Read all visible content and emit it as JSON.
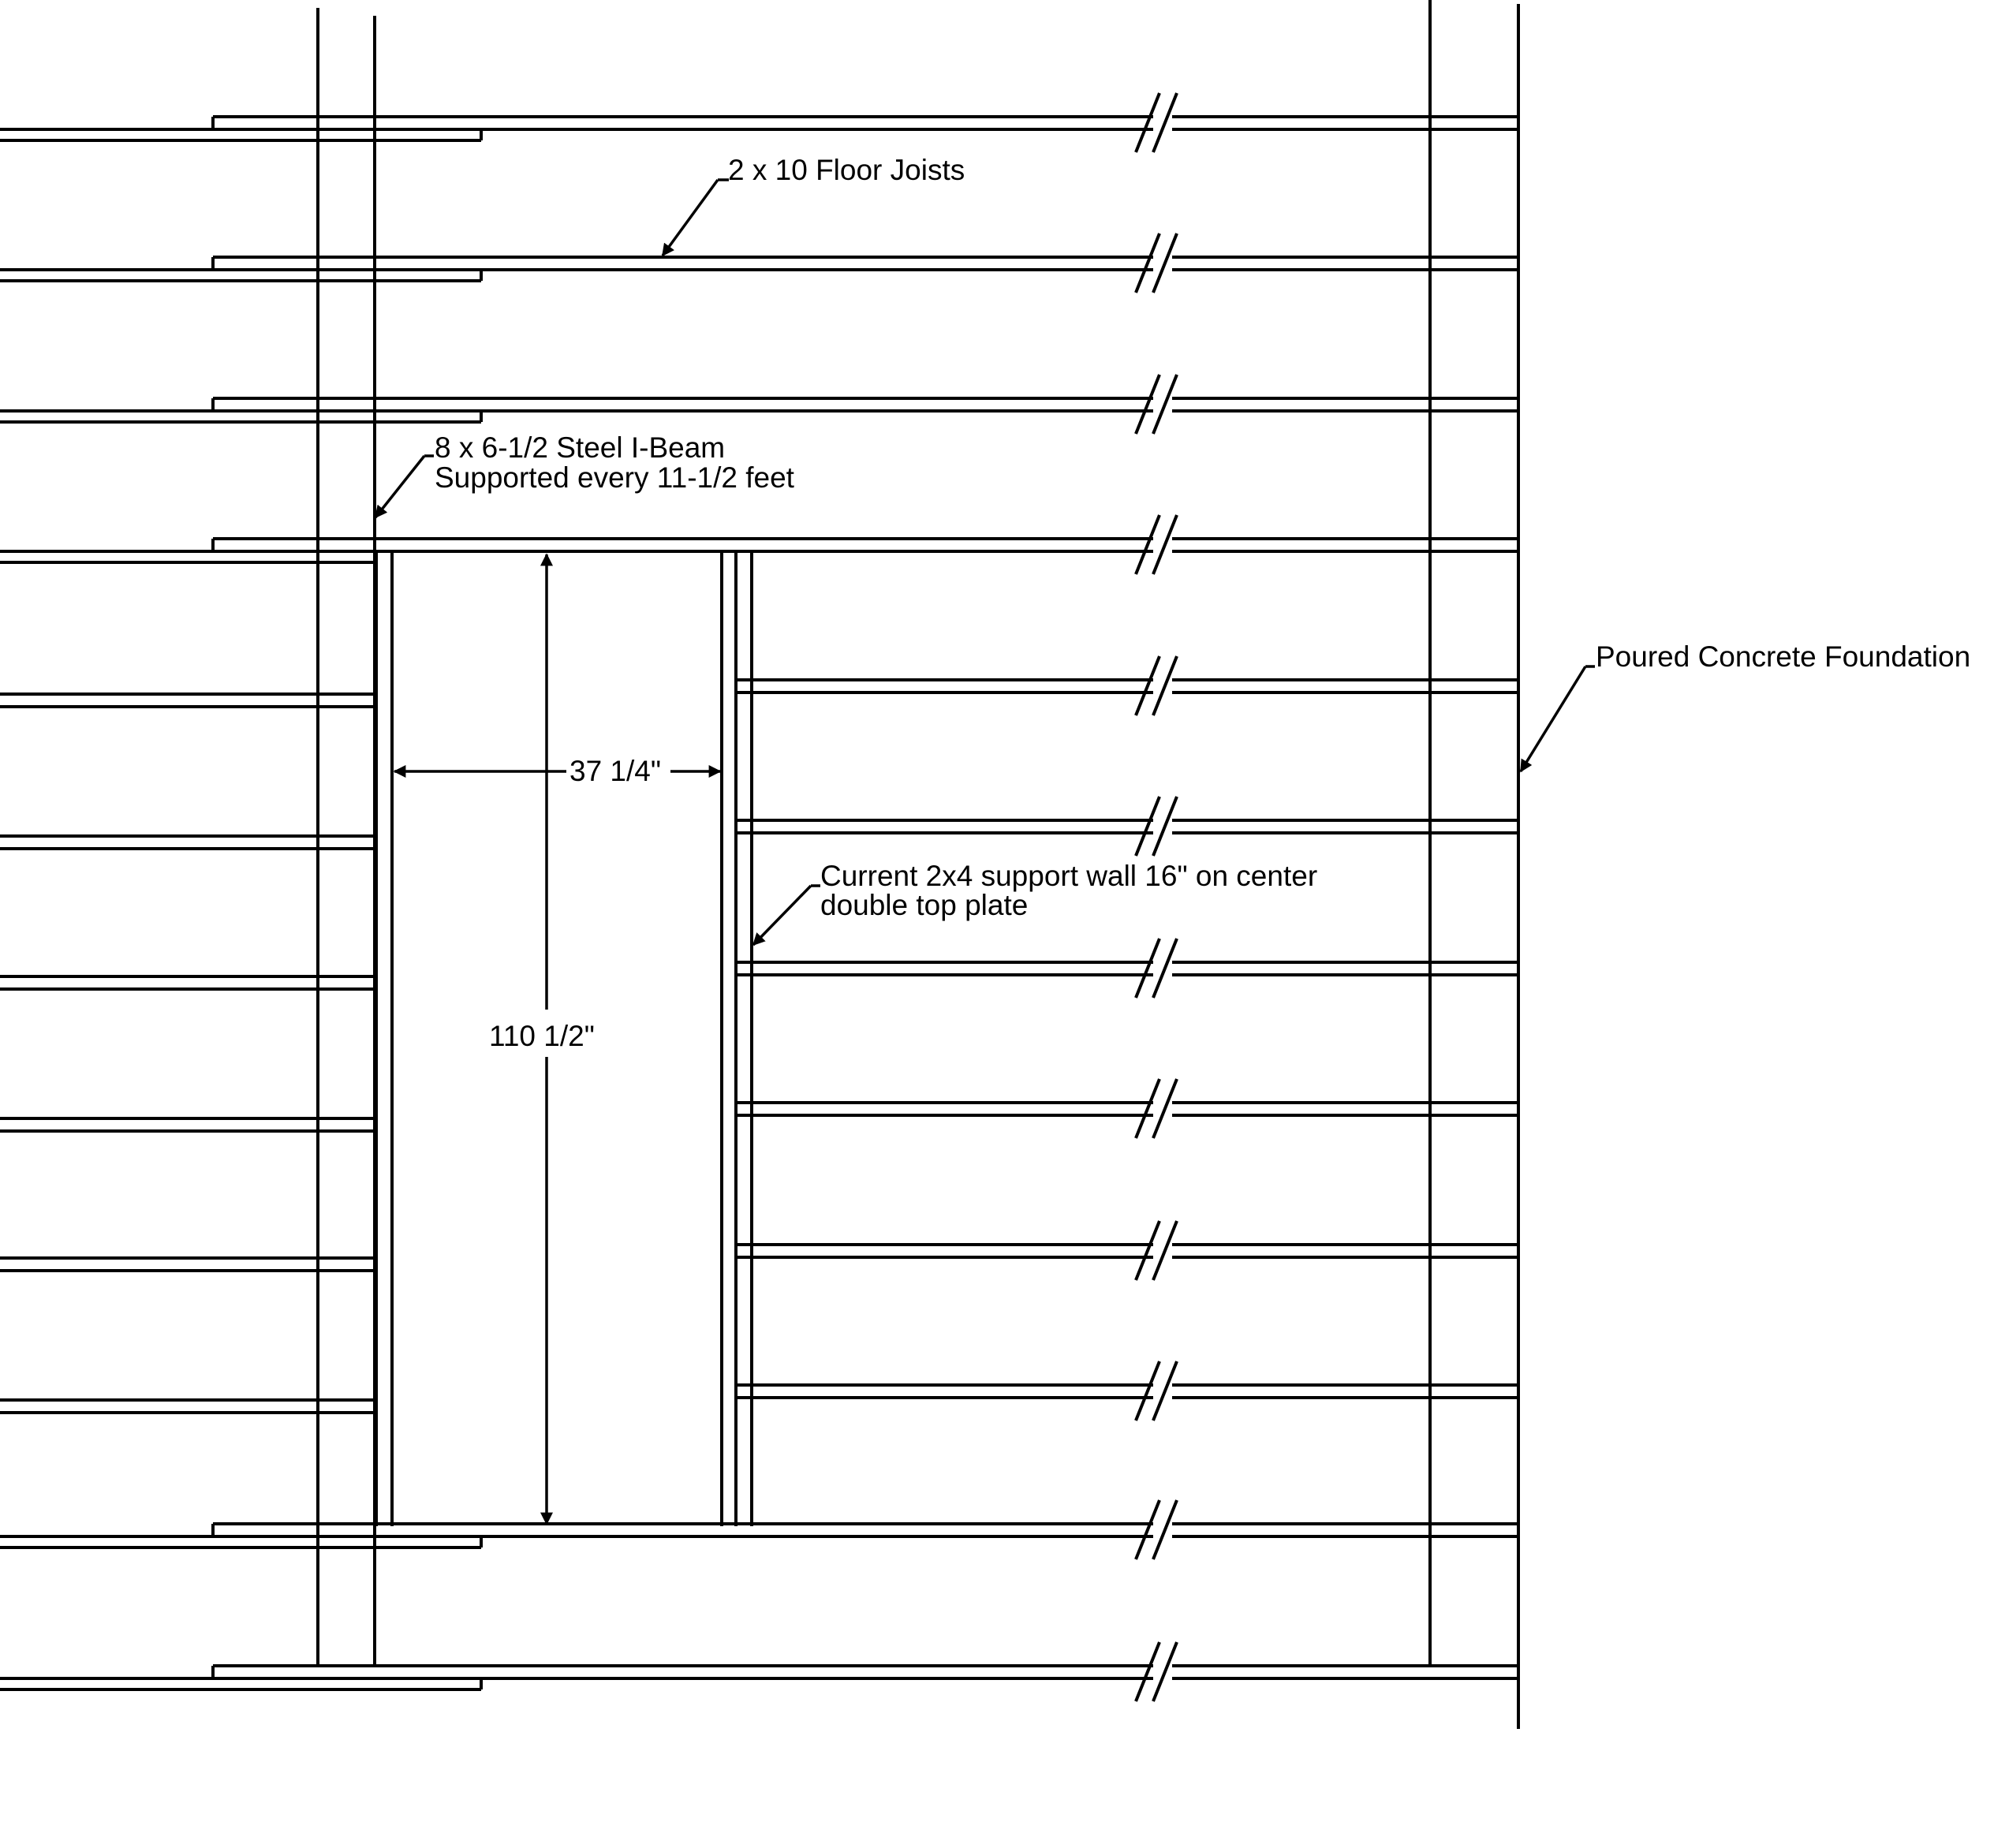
{
  "diagram": {
    "labels": {
      "joists": "2 x 10 Floor Joists",
      "beam_line1": "8 x 6-1/2 Steel I-Beam",
      "beam_line2": "Supported every 11-1/2 feet",
      "foundation": "Poured Concrete Foundation",
      "wall_line1": "Current 2x4 support wall 16\" on center",
      "wall_line2": "double top plate",
      "width_dim": "37 1/4\"",
      "height_dim": "110 1/2\""
    }
  }
}
